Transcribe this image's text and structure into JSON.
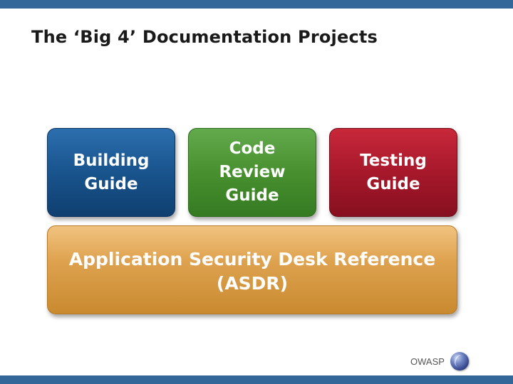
{
  "slide": {
    "title": "The ‘Big 4’ Documentation Projects"
  },
  "boxes": {
    "building": "Building\nGuide",
    "code_review": "Code\nReview\nGuide",
    "testing": "Testing\nGuide",
    "asdr": "Application Security Desk Reference\n(ASDR)"
  },
  "footer": {
    "label": "OWASP",
    "logo_icon": "owasp-globe-icon"
  },
  "colors": {
    "bar": "#336699",
    "building": "#1a5690",
    "code_review": "#48902f",
    "testing": "#a7182b",
    "asdr": "#dea24f"
  }
}
